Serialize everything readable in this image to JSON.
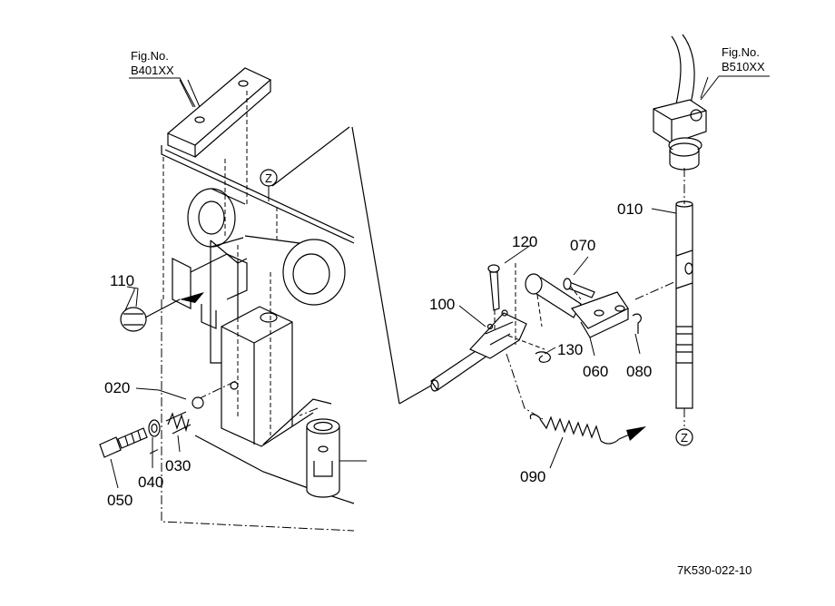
{
  "figure_refs": [
    {
      "title": "Fig.No.",
      "code": "B401XX"
    },
    {
      "title": "Fig.No.",
      "code": "B510XX"
    }
  ],
  "part_numbers": [
    "110",
    "020",
    "040",
    "030",
    "050",
    "120",
    "070",
    "100",
    "130",
    "060",
    "080",
    "090",
    "010"
  ],
  "connector_marks": [
    "Z",
    "Z"
  ],
  "drawing_code": "7K530-022-10"
}
